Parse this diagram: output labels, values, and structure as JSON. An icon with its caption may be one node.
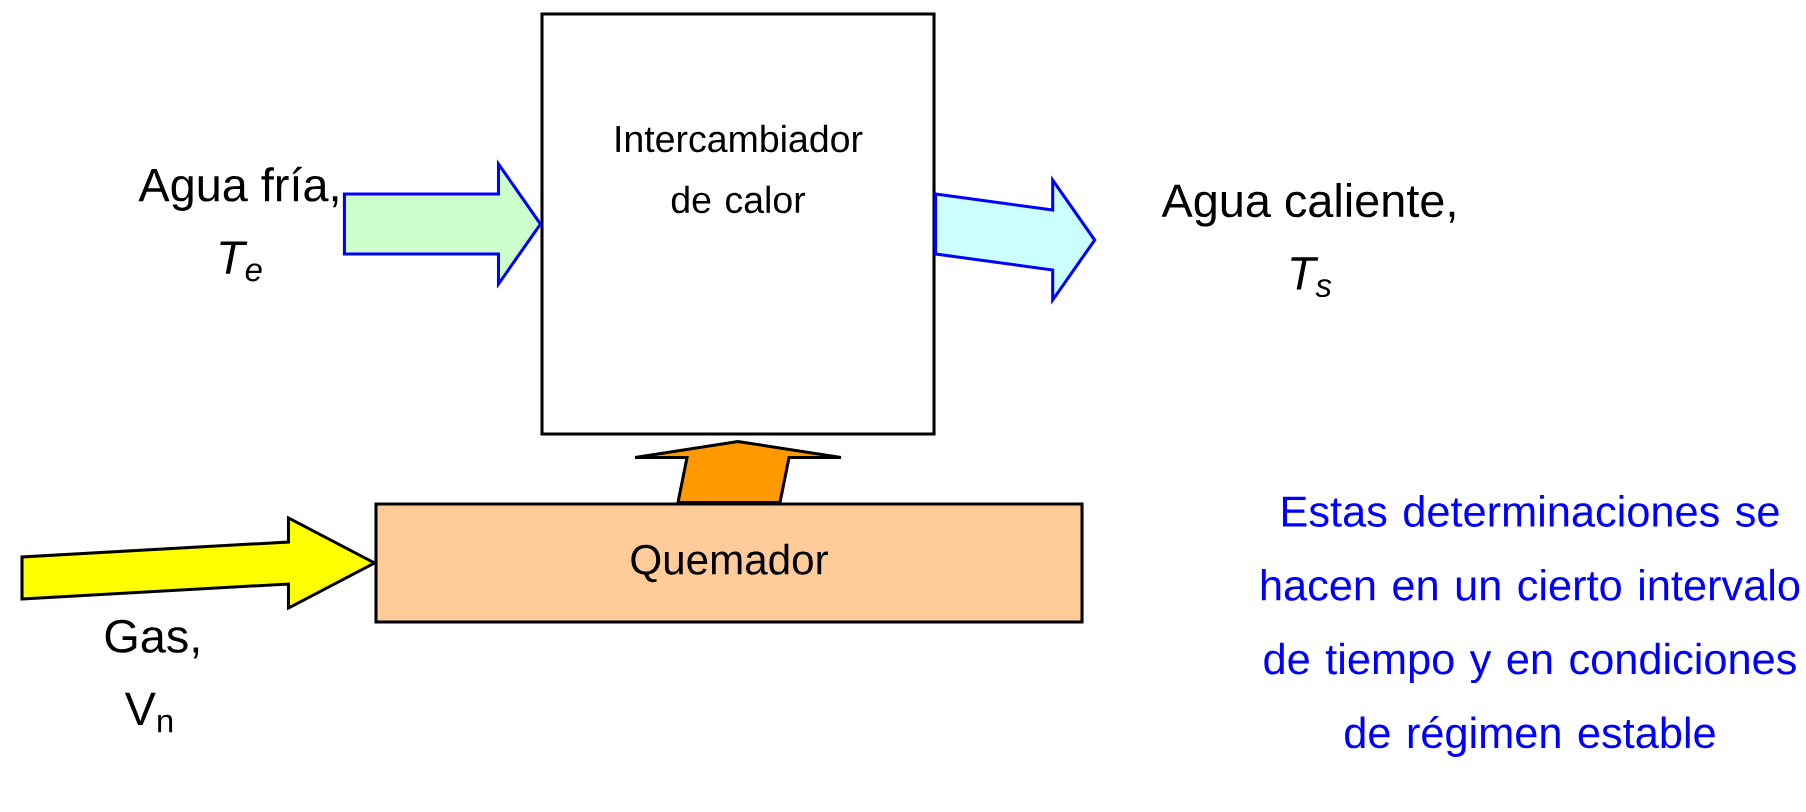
{
  "diagram": {
    "nodes": [
      {
        "text": [
          "Agua fría,",
          "T$_{e}$"
        ]
      },
      {
        "text": [
          "Intercambiador de calor"
        ]
      },
      {
        "text": [
          "Agua caliente,",
          "T$_{s}$"
        ]
      },
      {
        "text": [
          "Quemador"
        ]
      }
    ],
    "edges": [
      {
        "from": 0,
        "to": 1,
        "arrow": "to",
        "color": "#ccffcc"
      },
      {
        "from": 1,
        "to": 2,
        "arrow": "to",
        "color": "#ccffff"
      },
      {
        "from": 3,
        "to": 1,
        "arrow": "to",
        "color": "#ff9900"
      },
      {
        "from": null,
        "to": 3,
        "arrow": "to",
        "color": "#ffff00"
      }
    ],
    "labels": [
      "Gas, V$_{n}$",
      "Estas determinaciones se hacen en un cierto intervalo de tiempo y en condiciones de régimen estable"
    ]
  }
}
